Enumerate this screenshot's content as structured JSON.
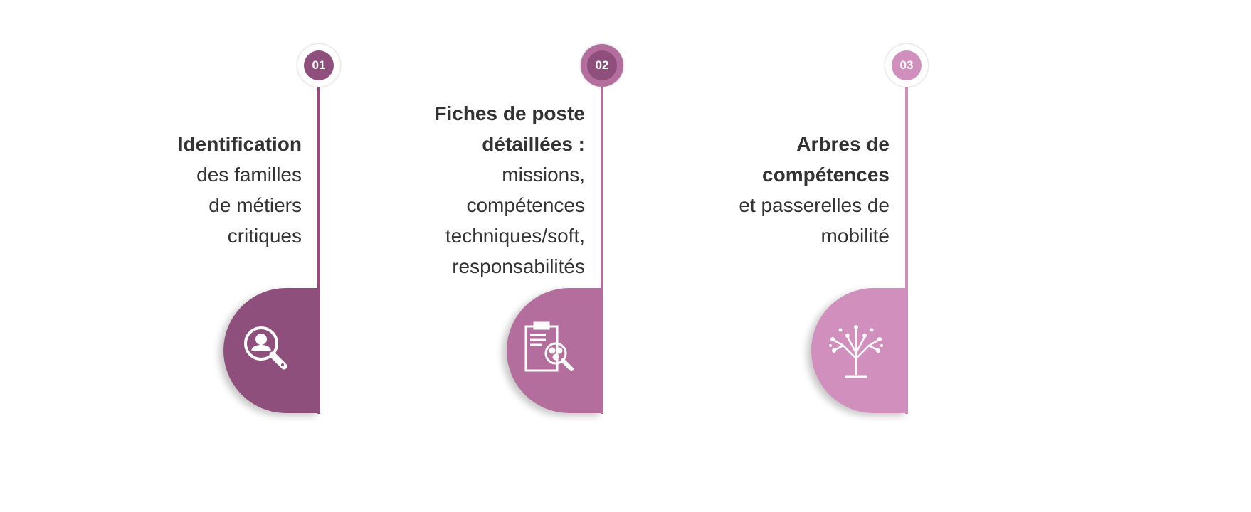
{
  "steps": [
    {
      "number": "01",
      "color": "#8f4f7c",
      "title": [
        "Identification"
      ],
      "lines": [
        "des familles",
        "de métiers",
        "critiques"
      ],
      "icon": "search-user-icon"
    },
    {
      "number": "02",
      "color": "#b46e9d",
      "badge_inner": "#8f4f7c",
      "title": [
        "Fiches de poste",
        "détaillées :"
      ],
      "lines": [
        "missions,",
        "compétences",
        "techniques/soft,",
        "responsabilités"
      ],
      "icon": "clipboard-search-icon"
    },
    {
      "number": "03",
      "color": "#d08fbd",
      "title": [
        "Arbres de",
        "compétences"
      ],
      "lines": [
        "et passerelles de",
        "mobilité"
      ],
      "icon": "tree-network-icon"
    }
  ]
}
